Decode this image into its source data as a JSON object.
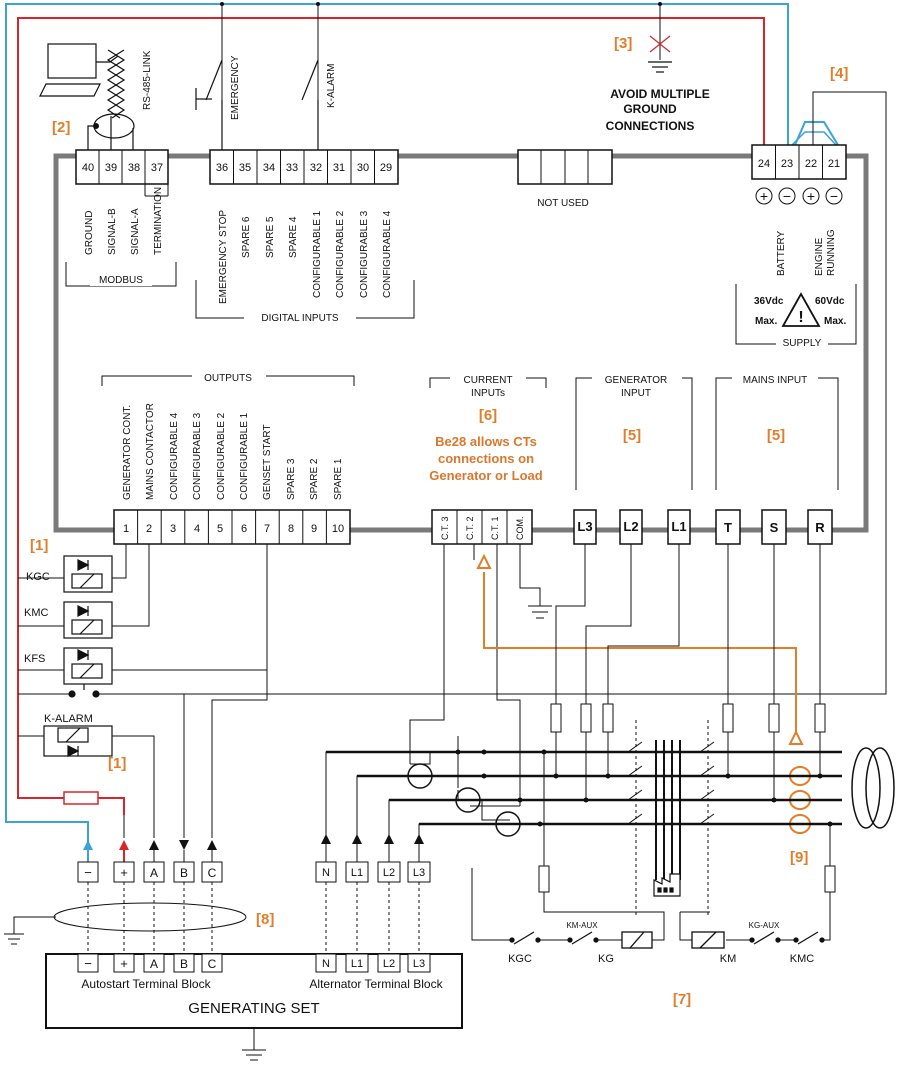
{
  "colors": {
    "accent_orange": "#e07e2a",
    "wire_blue": "#3ba3d6",
    "wire_red": "#d6262a",
    "panel_gray": "#7a7a7a"
  },
  "notes": {
    "n1_top": "[1]",
    "n1_bottom": "[1]",
    "n2": "[2]",
    "n3": "[3]",
    "n4": "[4]",
    "n5_gen": "[5]",
    "n5_mains": "[5]",
    "n6": "[6]",
    "n7": "[7]",
    "n8": "[8]",
    "n9": "[9]"
  },
  "rs485": "RS-485-LINK",
  "emergency": "EMERGENCY",
  "k_alarm_switch": "K-ALARM",
  "avoid_ground": [
    "AVOID MULTIPLE",
    "GROUND",
    "CONNECTIONS"
  ],
  "modbus": {
    "group": "MODBUS",
    "terminals": [
      "40",
      "39",
      "38",
      "37"
    ],
    "labels": [
      "GROUND",
      "SIGNAL-B",
      "SIGNAL-A",
      "TERMINATION"
    ]
  },
  "digital_inputs": {
    "group": "DIGITAL INPUTS",
    "terminals": [
      "36",
      "35",
      "34",
      "33",
      "32",
      "31",
      "30",
      "29"
    ],
    "labels": [
      "EMERGENCY STOP",
      "SPARE 6",
      "SPARE 5",
      "SPARE 4",
      "CONFIGURABLE 1",
      "CONFIGURABLE 2",
      "CONFIGURABLE 3",
      "CONFIGURABLE 4"
    ]
  },
  "not_used": "NOT USED",
  "supply": {
    "group": "SUPPLY",
    "terminals": [
      "24",
      "23",
      "22",
      "21"
    ],
    "polarity": [
      "+",
      "−",
      "+",
      "−"
    ],
    "battery": "BATTERY",
    "engine_running": [
      "ENGINE",
      "RUNNING"
    ],
    "v36": "36Vdc",
    "v60": "60Vdc",
    "max": "Max."
  },
  "outputs": {
    "group": "OUTPUTS",
    "labels": [
      "GENERATOR  CONT.",
      "MAINS CONTACTOR",
      "CONFIGURABLE 4",
      "CONFIGURABLE 3",
      "CONFIGURABLE 2",
      "CONFIGURABLE 1",
      "GENSET START",
      "SPARE 3",
      "SPARE 2",
      "SPARE 1"
    ],
    "terminals": [
      "1",
      "2",
      "3",
      "4",
      "5",
      "6",
      "7",
      "8",
      "9",
      "10"
    ]
  },
  "current_inputs": {
    "group": [
      "CURRENT",
      "INPUTs"
    ],
    "terminals": [
      "C.T. 3",
      "C.T. 2",
      "C.T. 1",
      "COM."
    ]
  },
  "generator_input": {
    "group": [
      "GENERATOR",
      "INPUT"
    ],
    "terminals": [
      "L3",
      "L2",
      "L1"
    ]
  },
  "mains_input": {
    "group": "MAINS INPUT",
    "terminals": [
      "T",
      "S",
      "R"
    ]
  },
  "be28_note": [
    "Be28 allows CTs",
    "connections on",
    "Generator or Load"
  ],
  "relays": {
    "kgc": "KGC",
    "kmc": "KMC",
    "kfs": "KFS",
    "kalarm": "K-ALARM"
  },
  "genset": {
    "autostart_terminals": [
      "−",
      "+",
      "A",
      "B",
      "C"
    ],
    "alternator_terminals": [
      "N",
      "L1",
      "L2",
      "L3"
    ],
    "autostart_caption": "Autostart Terminal Block",
    "alternator_caption": "Alternator Terminal Block",
    "title": "GENERATING  SET"
  },
  "contactor_labels": {
    "kgc": "KGC",
    "kg": "KG",
    "km": "KM",
    "kmc": "KMC",
    "km_aux": "KM-AUX",
    "kg_aux": "KG-AUX"
  }
}
